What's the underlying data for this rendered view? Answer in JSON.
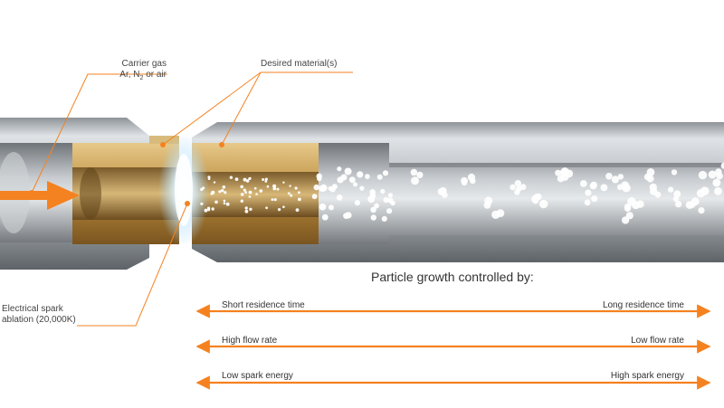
{
  "labels": {
    "carrier_gas_line1": "Carrier gas",
    "carrier_gas_line2_prefix": "Ar, N",
    "carrier_gas_subscript": "2",
    "carrier_gas_line2_suffix": " or air",
    "desired_material": "Desired material(s)",
    "spark_line1": "Electrical spark",
    "spark_line2": "ablation (20,000K)"
  },
  "growth": {
    "title": "Particle growth controlled by:",
    "rows": [
      {
        "left": "Short residence time",
        "right": "Long residence time"
      },
      {
        "left": "High flow rate",
        "right": "Low flow rate"
      },
      {
        "left": "Low spark energy",
        "right": "High spark energy"
      }
    ]
  },
  "colors": {
    "accent": "#F58220",
    "metal": "#B8BDC2",
    "brass": "#C9A04A"
  }
}
